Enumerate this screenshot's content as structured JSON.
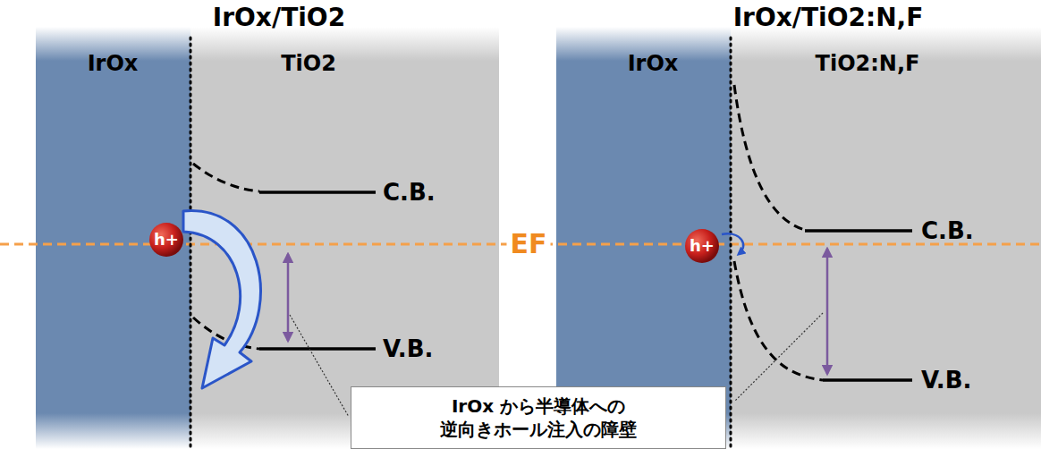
{
  "diagram": {
    "nodes": [
      {
        "text": [
          "IrOx"
        ]
      },
      {
        "text": [
          "TiO2"
        ]
      },
      {
        "text": [
          "h+"
        ],
        "in": 0
      },
      {
        "text": [
          "IrOx"
        ]
      },
      {
        "text": [
          "TiO2:N,F"
        ]
      },
      {
        "text": [
          "h+"
        ],
        "in": 3
      },
      {
        "text": [
          "IrOx から半導体への 逆向きホール注入の障壁"
        ]
      }
    ],
    "labels": [
      "IrOx/TiO2",
      "IrOx/TiO2:N,F",
      "C.B.",
      "V.B.",
      "C.B.",
      "V.B.",
      "EF"
    ]
  }
}
